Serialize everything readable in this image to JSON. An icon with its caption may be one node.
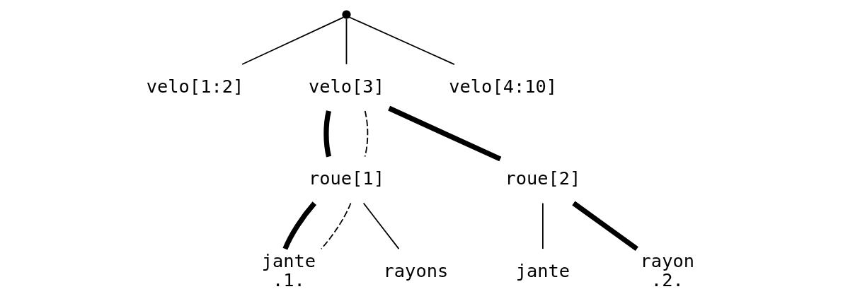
{
  "diagram": {
    "nodes": [
      {
        "text": [],
        "shape": "circle"
      },
      {
        "text": [
          "velo[1:2]"
        ]
      },
      {
        "text": [
          "velo[3]"
        ]
      },
      {
        "text": [
          "velo[4:10]"
        ]
      },
      {
        "text": [
          "roue[1]"
        ]
      },
      {
        "text": [
          "roue[2]"
        ]
      },
      {
        "text": [
          "jante"
        ],
        "beside": [
          ".1."
        ]
      },
      {
        "text": [
          "rayons"
        ]
      },
      {
        "text": [
          "jante"
        ]
      },
      {
        "text": [
          "rayon"
        ],
        "beside": [
          ".2."
        ]
      }
    ],
    "edges": [
      {
        "from": 0,
        "to": 1,
        "arrow": "none"
      },
      {
        "from": 0,
        "to": 2,
        "arrow": "none"
      },
      {
        "from": 0,
        "to": 3,
        "arrow": "none"
      },
      {
        "from": 2,
        "to": 4,
        "arrow": "none",
        "style": "thick"
      },
      {
        "from": 2,
        "to": 4,
        "arrow": "none",
        "style": "dashed"
      },
      {
        "from": 2,
        "to": 5,
        "arrow": "none",
        "style": "thick"
      },
      {
        "from": 4,
        "to": 6,
        "arrow": "none",
        "style": "thick"
      },
      {
        "from": 4,
        "to": 6,
        "arrow": "none",
        "style": "dashed"
      },
      {
        "from": 4,
        "to": 7,
        "arrow": "none"
      },
      {
        "from": 5,
        "to": 8,
        "arrow": "none"
      },
      {
        "from": 5,
        "to": 9,
        "arrow": "none",
        "style": "thick"
      }
    ]
  }
}
